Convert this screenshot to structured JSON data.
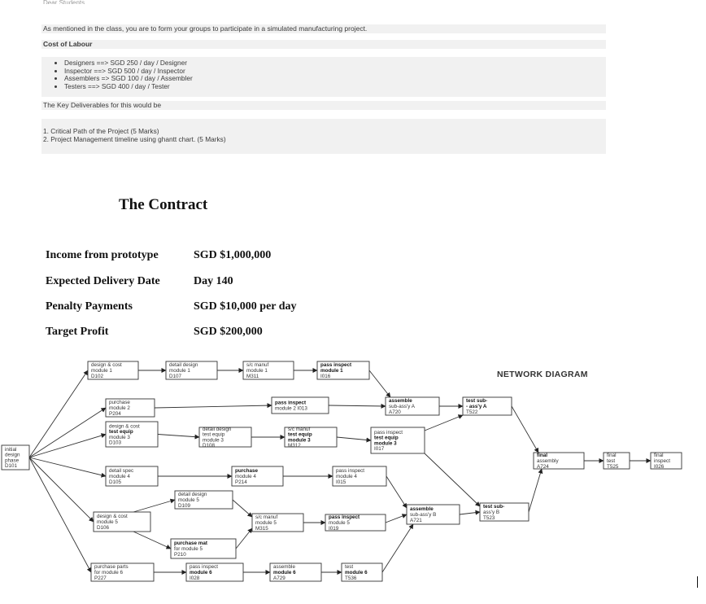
{
  "header_cut_text": "Dear Students,",
  "intro": "As mentioned in the class, you are to form your groups to participate in a simulated manufacturing project.",
  "labour_heading": "Cost of Labour",
  "labour_items": [
    "Designers ==> SGD 250 / day / Designer",
    "Inspector ==> SGD 500 / day / Inspector",
    "Assemblers => SGD 100 / day / Assembler",
    "Testers ==> SGD 400 / day / Tester"
  ],
  "deliverables_intro": "The Key Deliverables for this would be",
  "deliverables": [
    "1. Critical Path of the Project  (5 Marks)",
    "2. Project Management timeline using ghantt chart. (5 Marks)"
  ],
  "contract": {
    "title": "The Contract",
    "rows": [
      {
        "label": "Income from prototype",
        "value": "SGD $1,000,000"
      },
      {
        "label": "Expected Delivery Date",
        "value": "Day 140"
      },
      {
        "label": "Penalty Payments",
        "value": "SGD $10,000 per day"
      },
      {
        "label": "Target Profit",
        "value": "SGD $200,000"
      }
    ]
  },
  "network": {
    "title": "NETWORK DIAGRAM",
    "nodes": [
      {
        "id": "D101",
        "lines": [
          "initial",
          "design",
          "phase",
          "D101"
        ]
      },
      {
        "id": "D102",
        "lines": [
          "design & cost",
          "module 1",
          "D102"
        ]
      },
      {
        "id": "D107",
        "lines": [
          "detail design",
          "module 1",
          "D107"
        ]
      },
      {
        "id": "M311",
        "lines": [
          "s/c manuf",
          "module 1",
          "M311"
        ]
      },
      {
        "id": "I016",
        "lines": [
          "pass inspect",
          "module 1",
          "I016"
        ]
      },
      {
        "id": "P204",
        "lines": [
          "purchase",
          "module 2",
          "P204"
        ]
      },
      {
        "id": "I013",
        "lines": [
          "pass inspect",
          "module 2 I013"
        ]
      },
      {
        "id": "A720",
        "lines": [
          "assemble",
          "sub-ass'y A",
          "A720"
        ]
      },
      {
        "id": "T522",
        "lines": [
          "test sub-",
          "- ass'y A",
          "T522"
        ]
      },
      {
        "id": "D103",
        "lines": [
          "design & cost",
          "test equip",
          "module 3",
          "D103"
        ]
      },
      {
        "id": "D108",
        "lines": [
          "detail design",
          "test equip",
          "module 3",
          "D108"
        ]
      },
      {
        "id": "M312",
        "lines": [
          "s/c manuf",
          "test equip",
          "module 3",
          "M312"
        ]
      },
      {
        "id": "I017",
        "lines": [
          "pass inspect",
          "test equip",
          "module 3",
          "I017"
        ]
      },
      {
        "id": "D105",
        "lines": [
          "detail spec",
          "module 4",
          "D105"
        ]
      },
      {
        "id": "P214",
        "lines": [
          "purchase",
          "module 4",
          "P214"
        ]
      },
      {
        "id": "I015",
        "lines": [
          "pass inspect",
          "module 4",
          "I015"
        ]
      },
      {
        "id": "A724",
        "lines": [
          "final",
          "assembly",
          "A724"
        ]
      },
      {
        "id": "T525",
        "lines": [
          "final",
          "test",
          "T525"
        ]
      },
      {
        "id": "I026",
        "lines": [
          "final",
          "inspect",
          "I026"
        ]
      },
      {
        "id": "D109",
        "lines": [
          "detail design",
          "module 5",
          "D109"
        ]
      },
      {
        "id": "D106",
        "lines": [
          "design & cost",
          "module 5",
          "D106"
        ]
      },
      {
        "id": "M315",
        "lines": [
          "s/c manuf",
          "module 5",
          "M315"
        ]
      },
      {
        "id": "I019",
        "lines": [
          "pass inspect",
          "module 5",
          "I019"
        ]
      },
      {
        "id": "A721",
        "lines": [
          "assemble",
          "sub-ass'y B",
          "A721"
        ]
      },
      {
        "id": "T523",
        "lines": [
          "test sub-",
          "ass'y B",
          "T523"
        ]
      },
      {
        "id": "P210",
        "lines": [
          "purchase mat",
          "for module 5",
          "P210"
        ]
      },
      {
        "id": "P227",
        "lines": [
          "purchase parts",
          "for module 6",
          "P227"
        ]
      },
      {
        "id": "I028",
        "lines": [
          "pass inspect",
          "module 6",
          "I028"
        ]
      },
      {
        "id": "A729",
        "lines": [
          "assemble",
          "module 6",
          "A729"
        ]
      },
      {
        "id": "T536",
        "lines": [
          "test",
          "module 6",
          "T536"
        ]
      }
    ],
    "edges": [
      [
        "D101",
        "D102"
      ],
      [
        "D101",
        "P204"
      ],
      [
        "D101",
        "D103"
      ],
      [
        "D101",
        "D105"
      ],
      [
        "D101",
        "D106"
      ],
      [
        "D101",
        "P227"
      ],
      [
        "D102",
        "D107"
      ],
      [
        "D107",
        "M311"
      ],
      [
        "M311",
        "I016"
      ],
      [
        "I016",
        "A720"
      ],
      [
        "P204",
        "I013"
      ],
      [
        "I013",
        "A720"
      ],
      [
        "A720",
        "T522"
      ],
      [
        "D103",
        "D108"
      ],
      [
        "D108",
        "M312"
      ],
      [
        "M312",
        "I017"
      ],
      [
        "I017",
        "T522"
      ],
      [
        "I017",
        "T523"
      ],
      [
        "D105",
        "P214"
      ],
      [
        "P214",
        "I015"
      ],
      [
        "I015",
        "A721"
      ],
      [
        "D106",
        "D109"
      ],
      [
        "D106",
        "P210"
      ],
      [
        "D109",
        "M315"
      ],
      [
        "P210",
        "M315"
      ],
      [
        "M315",
        "I019"
      ],
      [
        "I019",
        "A721"
      ],
      [
        "A721",
        "T523"
      ],
      [
        "T522",
        "A724"
      ],
      [
        "T523",
        "A724"
      ],
      [
        "A724",
        "T525"
      ],
      [
        "T525",
        "I026"
      ],
      [
        "P227",
        "I028"
      ],
      [
        "I028",
        "A729"
      ],
      [
        "A729",
        "T536"
      ],
      [
        "T536",
        "A721"
      ]
    ]
  }
}
